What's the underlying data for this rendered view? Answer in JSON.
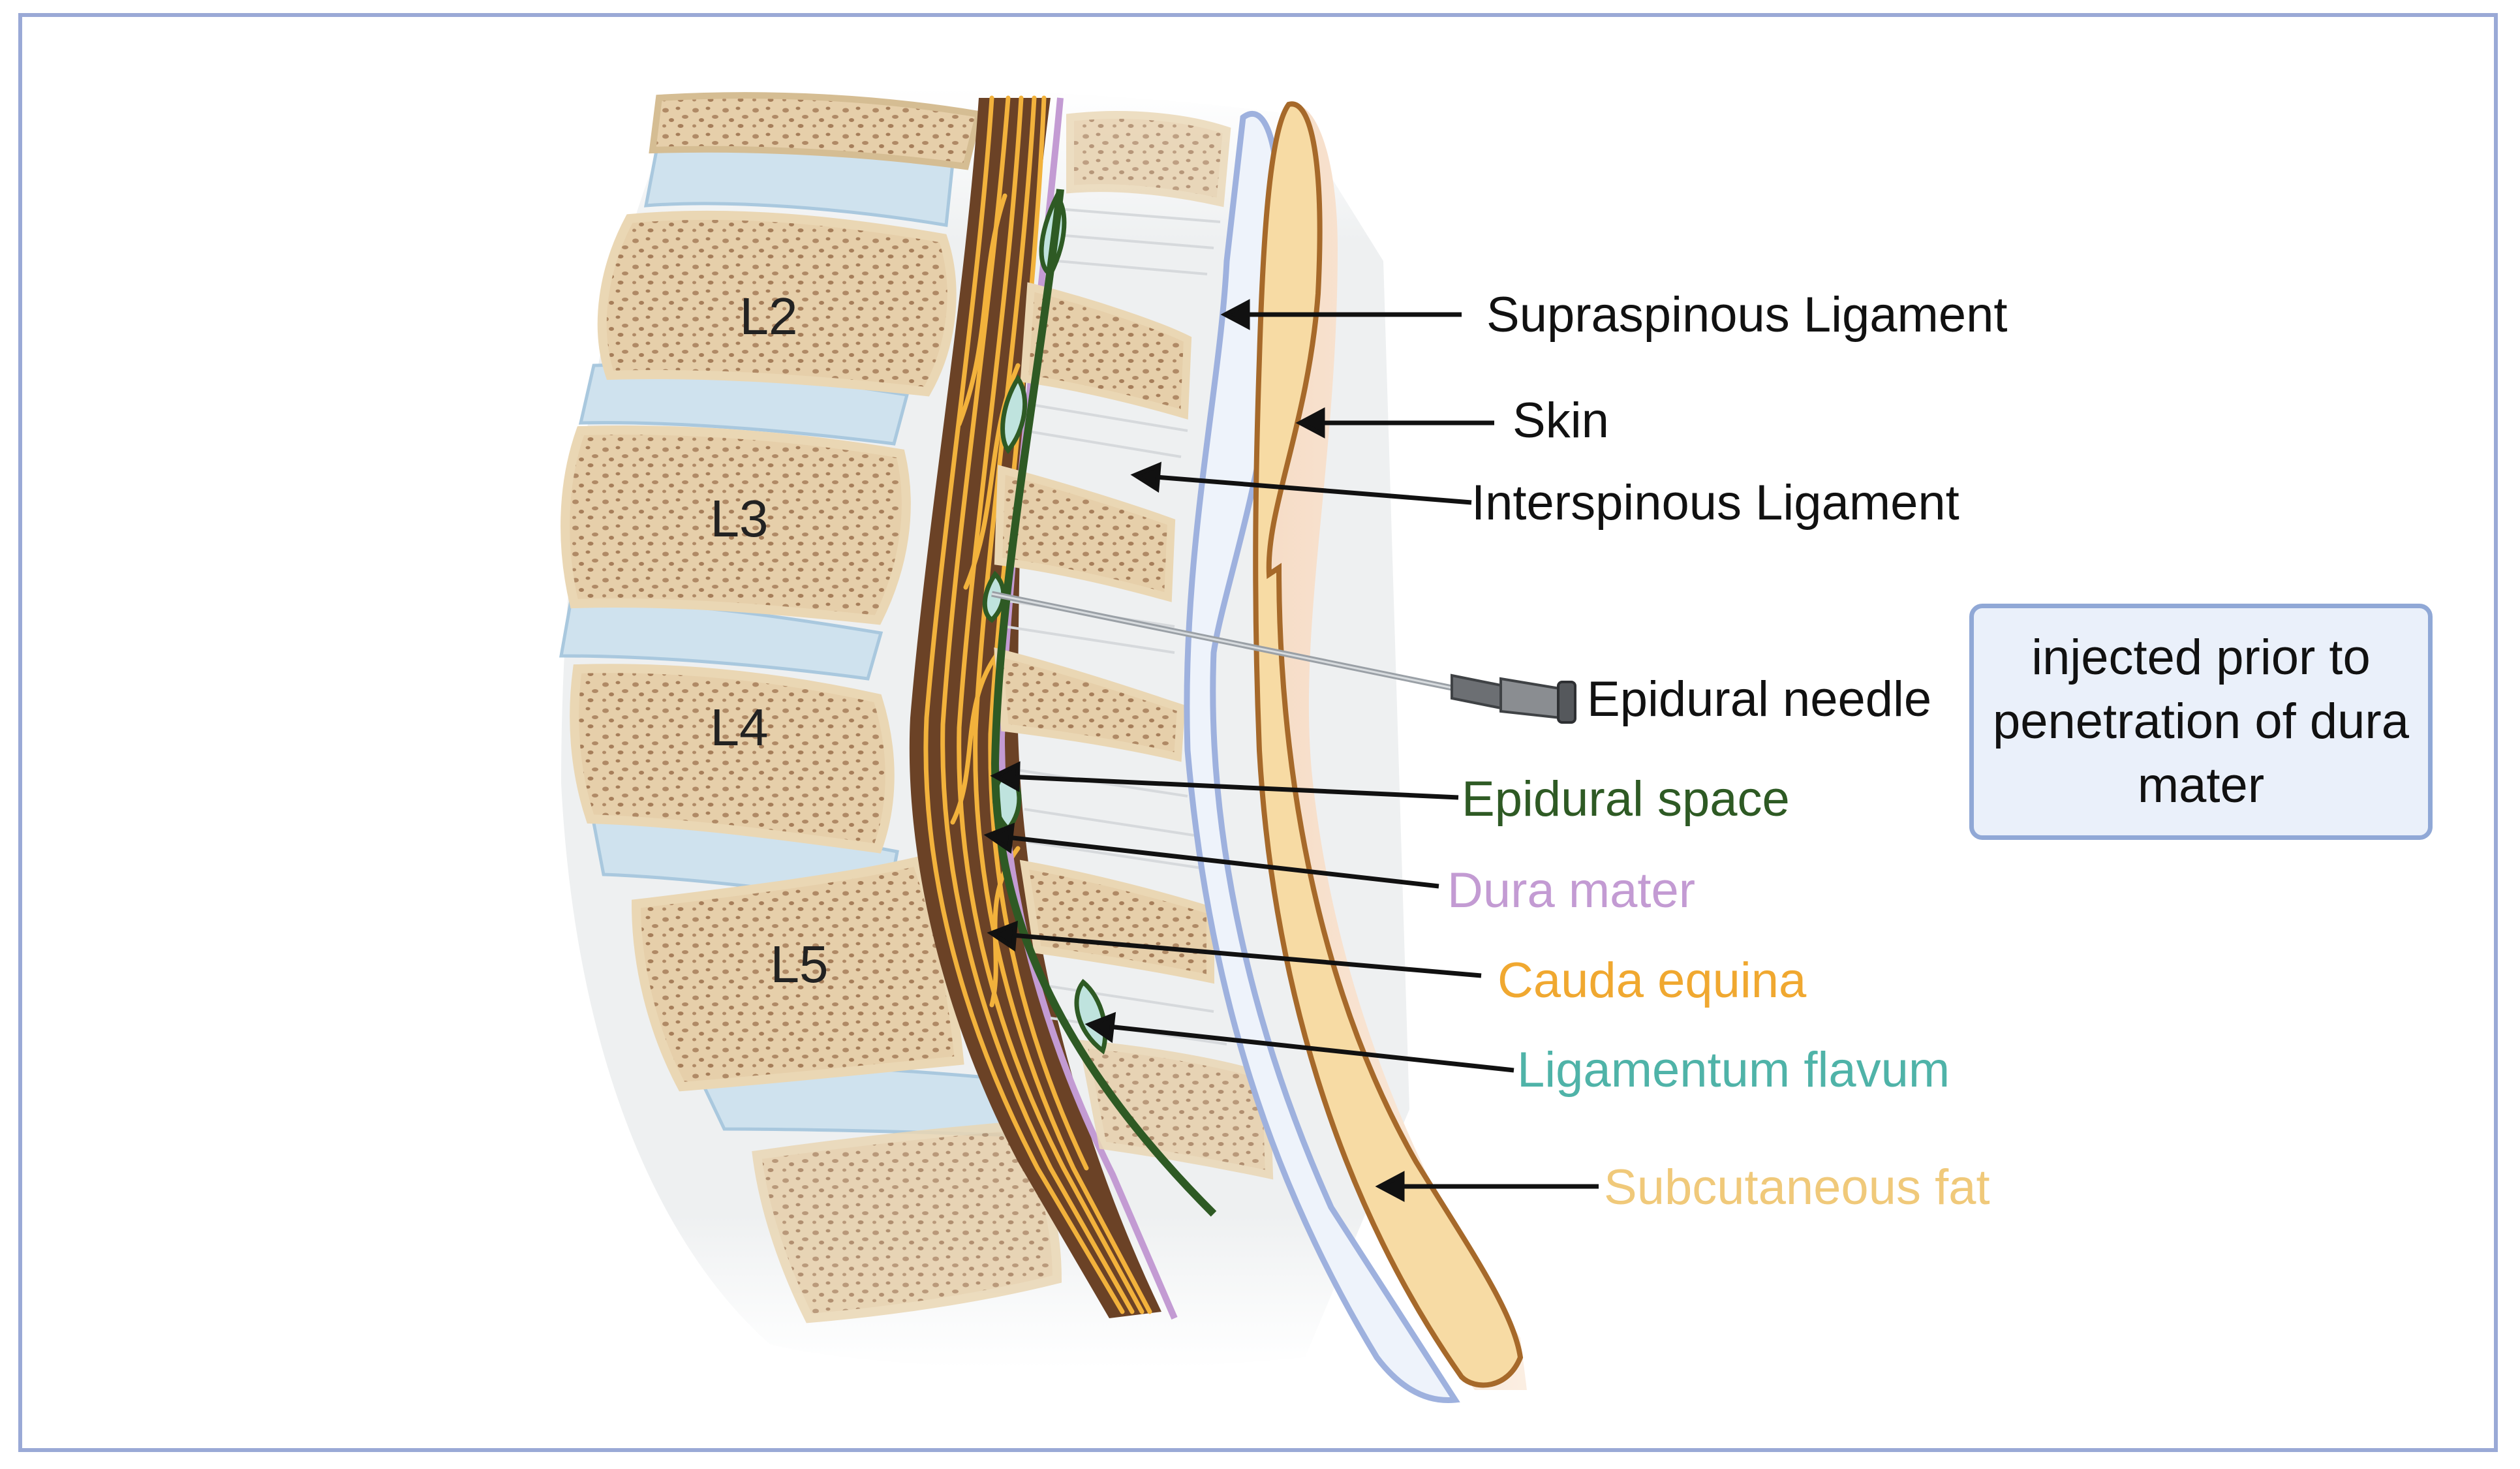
{
  "vertebrae": {
    "l2": "L2",
    "l3": "L3",
    "l4": "L4",
    "l5": "L5"
  },
  "labels": {
    "supraspinous": "Supraspinous Ligament",
    "skin": "Skin",
    "interspinous": "Interspinous Ligament",
    "needle": "Epidural needle",
    "epidural_space": "Epidural space",
    "dura": "Dura mater",
    "cauda": "Cauda equina",
    "flavum": "Ligamentum flavum",
    "fat": "Subcutaneous fat"
  },
  "note": {
    "text": "injected prior to penetration of dura mater"
  },
  "colors": {
    "frame": "#9aa9d6",
    "black_label": "#111111",
    "epidural_space": "#2e5a24",
    "dura": "#c39bd3",
    "cauda": "#f0a830",
    "flavum": "#4fb3a8",
    "fat": "#f0c97a",
    "note_border": "#90a8d6",
    "note_fill": "#eaf0fa"
  }
}
